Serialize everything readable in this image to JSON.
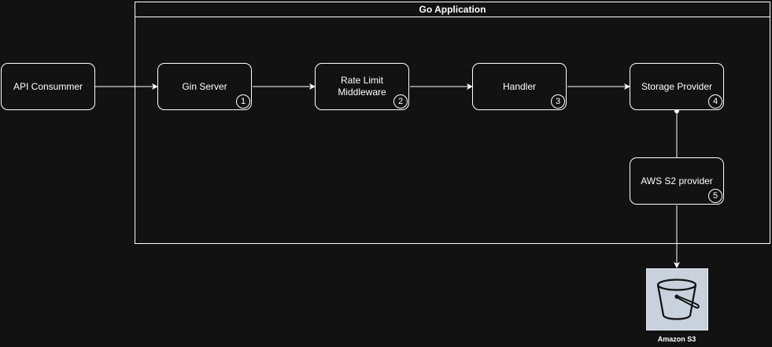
{
  "group": {
    "title": "Go Application"
  },
  "nodes": {
    "api_consumer": {
      "label": "API Consummer"
    },
    "gin_server": {
      "label": "Gin Server",
      "step": "1"
    },
    "rate_limit": {
      "label": "Rate Limit Middleware",
      "step": "2"
    },
    "handler": {
      "label": "Handler",
      "step": "3"
    },
    "storage_provider": {
      "label": "Storage Provider",
      "step": "4"
    },
    "aws_provider": {
      "label": "AWS S2 provider",
      "step": "5"
    }
  },
  "s3": {
    "label": "Amazon S3",
    "icon": "s3-bucket-icon"
  },
  "colors": {
    "background": "#121212",
    "stroke": "#ffffff",
    "s3_tile": "#c8d1dc"
  }
}
